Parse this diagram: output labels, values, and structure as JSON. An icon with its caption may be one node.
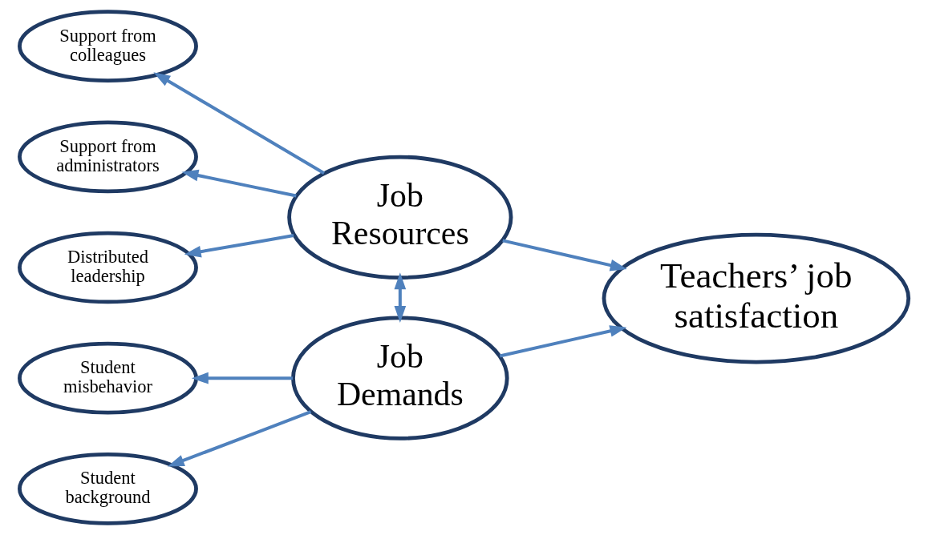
{
  "diagram": {
    "nodes": [
      {
        "text": [
          "Support from colleagues"
        ]
      },
      {
        "text": [
          "Support from administrators"
        ]
      },
      {
        "text": [
          "Distributed leadership"
        ]
      },
      {
        "text": [
          "Job Resources"
        ]
      },
      {
        "text": [
          "Student misbehavior"
        ]
      },
      {
        "text": [
          "Student background"
        ]
      },
      {
        "text": [
          "Job Demands"
        ]
      },
      {
        "text": [
          "Teachers’ job satisfaction"
        ]
      }
    ],
    "edges": [
      {
        "from": 3,
        "to": 0,
        "arrow": "to"
      },
      {
        "from": 3,
        "to": 1,
        "arrow": "to"
      },
      {
        "from": 3,
        "to": 2,
        "arrow": "to"
      },
      {
        "from": 3,
        "to": 6,
        "arrow": "both"
      },
      {
        "from": 3,
        "to": 7,
        "arrow": "to"
      },
      {
        "from": 6,
        "to": 7,
        "arrow": "to"
      },
      {
        "from": 6,
        "to": 4,
        "arrow": "to"
      },
      {
        "from": 6,
        "to": 5,
        "arrow": "to"
      }
    ]
  }
}
